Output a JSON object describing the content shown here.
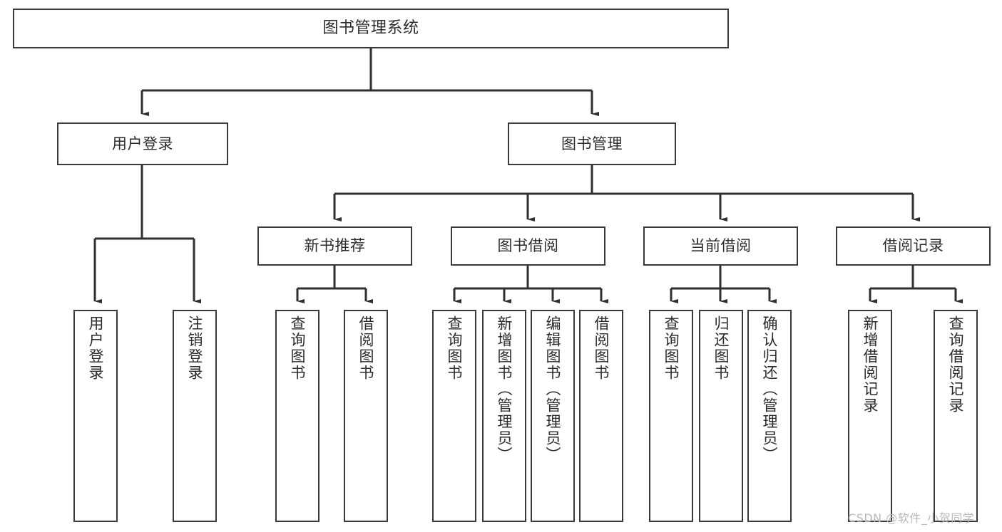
{
  "diagram": {
    "title": "图书管理系统",
    "type": "tree-hierarchy",
    "colors": {
      "stroke": "#3a3a3a",
      "fill": "#ffffff",
      "text": "#2b2b2b",
      "watermark": "#b9b9b9"
    },
    "root": {
      "label": "图书管理系统"
    },
    "level1": [
      {
        "label": "用户登录"
      },
      {
        "label": "图书管理"
      }
    ],
    "level2": [
      {
        "label": "新书推荐"
      },
      {
        "label": "图书借阅"
      },
      {
        "label": "当前借阅"
      },
      {
        "label": "借阅记录"
      }
    ],
    "leaves": {
      "user_login": [
        {
          "label": "用户登录"
        },
        {
          "label": "注销登录"
        }
      ],
      "new_book_recommend": [
        {
          "label": "查询图书"
        },
        {
          "label": "借阅图书"
        }
      ],
      "book_borrow": [
        {
          "label": "查询图书"
        },
        {
          "label": "新增图书（管理员）"
        },
        {
          "label": "编辑图书（管理员）"
        },
        {
          "label": "借阅图书"
        }
      ],
      "current_borrow": [
        {
          "label": "查询图书"
        },
        {
          "label": "归还图书"
        },
        {
          "label": "确认归还（管理员）"
        }
      ],
      "borrow_record": [
        {
          "label": "新增借阅记录"
        },
        {
          "label": "查询借阅记录"
        }
      ]
    }
  },
  "watermark": {
    "text": "CSDN @软件_小贺同学"
  }
}
